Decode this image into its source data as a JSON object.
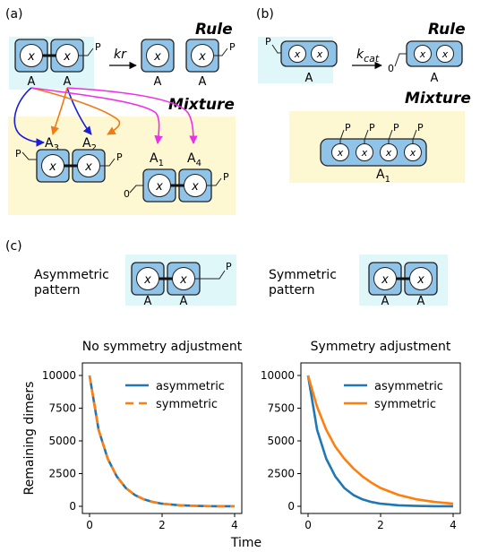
{
  "panels": {
    "a": {
      "label": "(a)",
      "rule_title": "Rule",
      "mixture_title": "Mixture",
      "rate": "kr",
      "site": "x",
      "p": "P",
      "zero": "0",
      "reactant_labels": [
        "A",
        "A"
      ],
      "product_labels": [
        "A",
        "A"
      ],
      "mix_labels": [
        "A3",
        "A2",
        "A1",
        "A4"
      ]
    },
    "b": {
      "label": "(b)",
      "rule_title": "Rule",
      "mixture_title": "Mixture",
      "rate": "kcat",
      "site": "x",
      "p": "P",
      "zero": "0",
      "reactant_label": "A",
      "product_label": "A",
      "mix_label": "A1"
    },
    "c": {
      "label": "(c)",
      "asym_label_lines": [
        "Asymmetric",
        "pattern"
      ],
      "sym_label_lines": [
        "Symmetric",
        "pattern"
      ],
      "site": "x",
      "p": "P",
      "asym_mol_labels": [
        "A",
        "A"
      ],
      "sym_mol_labels": [
        "A",
        "A"
      ]
    }
  },
  "colors": {
    "rule_bg": "#e0f7fa",
    "mixture_bg": "#fdf8d2",
    "molecule": "#8fc3e8",
    "arrow_blue": "#1a1fd6",
    "arrow_orange": "#f07a16",
    "arrow_magenta": "#ee2ee8",
    "series_asymmetric": "#1f77b4",
    "series_symmetric": "#ff7f0e"
  },
  "chart_data": [
    {
      "type": "line",
      "title": "No symmetry adjustment",
      "xlabel": "Time",
      "ylabel": "Remaining dimers",
      "xlim": [
        0,
        4
      ],
      "ylim": [
        0,
        10000
      ],
      "xticks": [
        "0",
        "2",
        "4"
      ],
      "yticks": [
        "0",
        "2500",
        "5000",
        "7500",
        "10000"
      ],
      "legend_position": "top-right",
      "grid": false,
      "x": [
        0,
        0.25,
        0.5,
        0.75,
        1.0,
        1.25,
        1.5,
        1.75,
        2.0,
        2.5,
        3.0,
        3.5,
        4.0
      ],
      "series": [
        {
          "name": "asymmetric",
          "style": "solid",
          "values": [
            10000,
            5850,
            3640,
            2280,
            1400,
            860,
            530,
            330,
            200,
            75,
            30,
            10,
            5
          ]
        },
        {
          "name": "symmetric",
          "style": "dashed",
          "values": [
            10000,
            5850,
            3640,
            2280,
            1400,
            860,
            530,
            330,
            200,
            75,
            30,
            10,
            5
          ]
        }
      ]
    },
    {
      "type": "line",
      "title": "Symmetry adjustment",
      "xlabel": "",
      "ylabel": "",
      "xlim": [
        0,
        4
      ],
      "ylim": [
        0,
        10000
      ],
      "xticks": [
        "0",
        "2",
        "4"
      ],
      "yticks": [
        "0",
        "2500",
        "5000",
        "7500",
        "10000"
      ],
      "legend_position": "top-right",
      "grid": false,
      "x": [
        0,
        0.25,
        0.5,
        0.75,
        1.0,
        1.25,
        1.5,
        1.75,
        2.0,
        2.5,
        3.0,
        3.5,
        4.0
      ],
      "series": [
        {
          "name": "asymmetric",
          "style": "solid",
          "values": [
            10000,
            5850,
            3640,
            2280,
            1400,
            860,
            530,
            330,
            200,
            75,
            30,
            10,
            5
          ]
        },
        {
          "name": "symmetric",
          "style": "solid",
          "values": [
            10000,
            7600,
            5850,
            4560,
            3640,
            2900,
            2280,
            1800,
            1400,
            860,
            530,
            330,
            200
          ]
        }
      ]
    }
  ]
}
